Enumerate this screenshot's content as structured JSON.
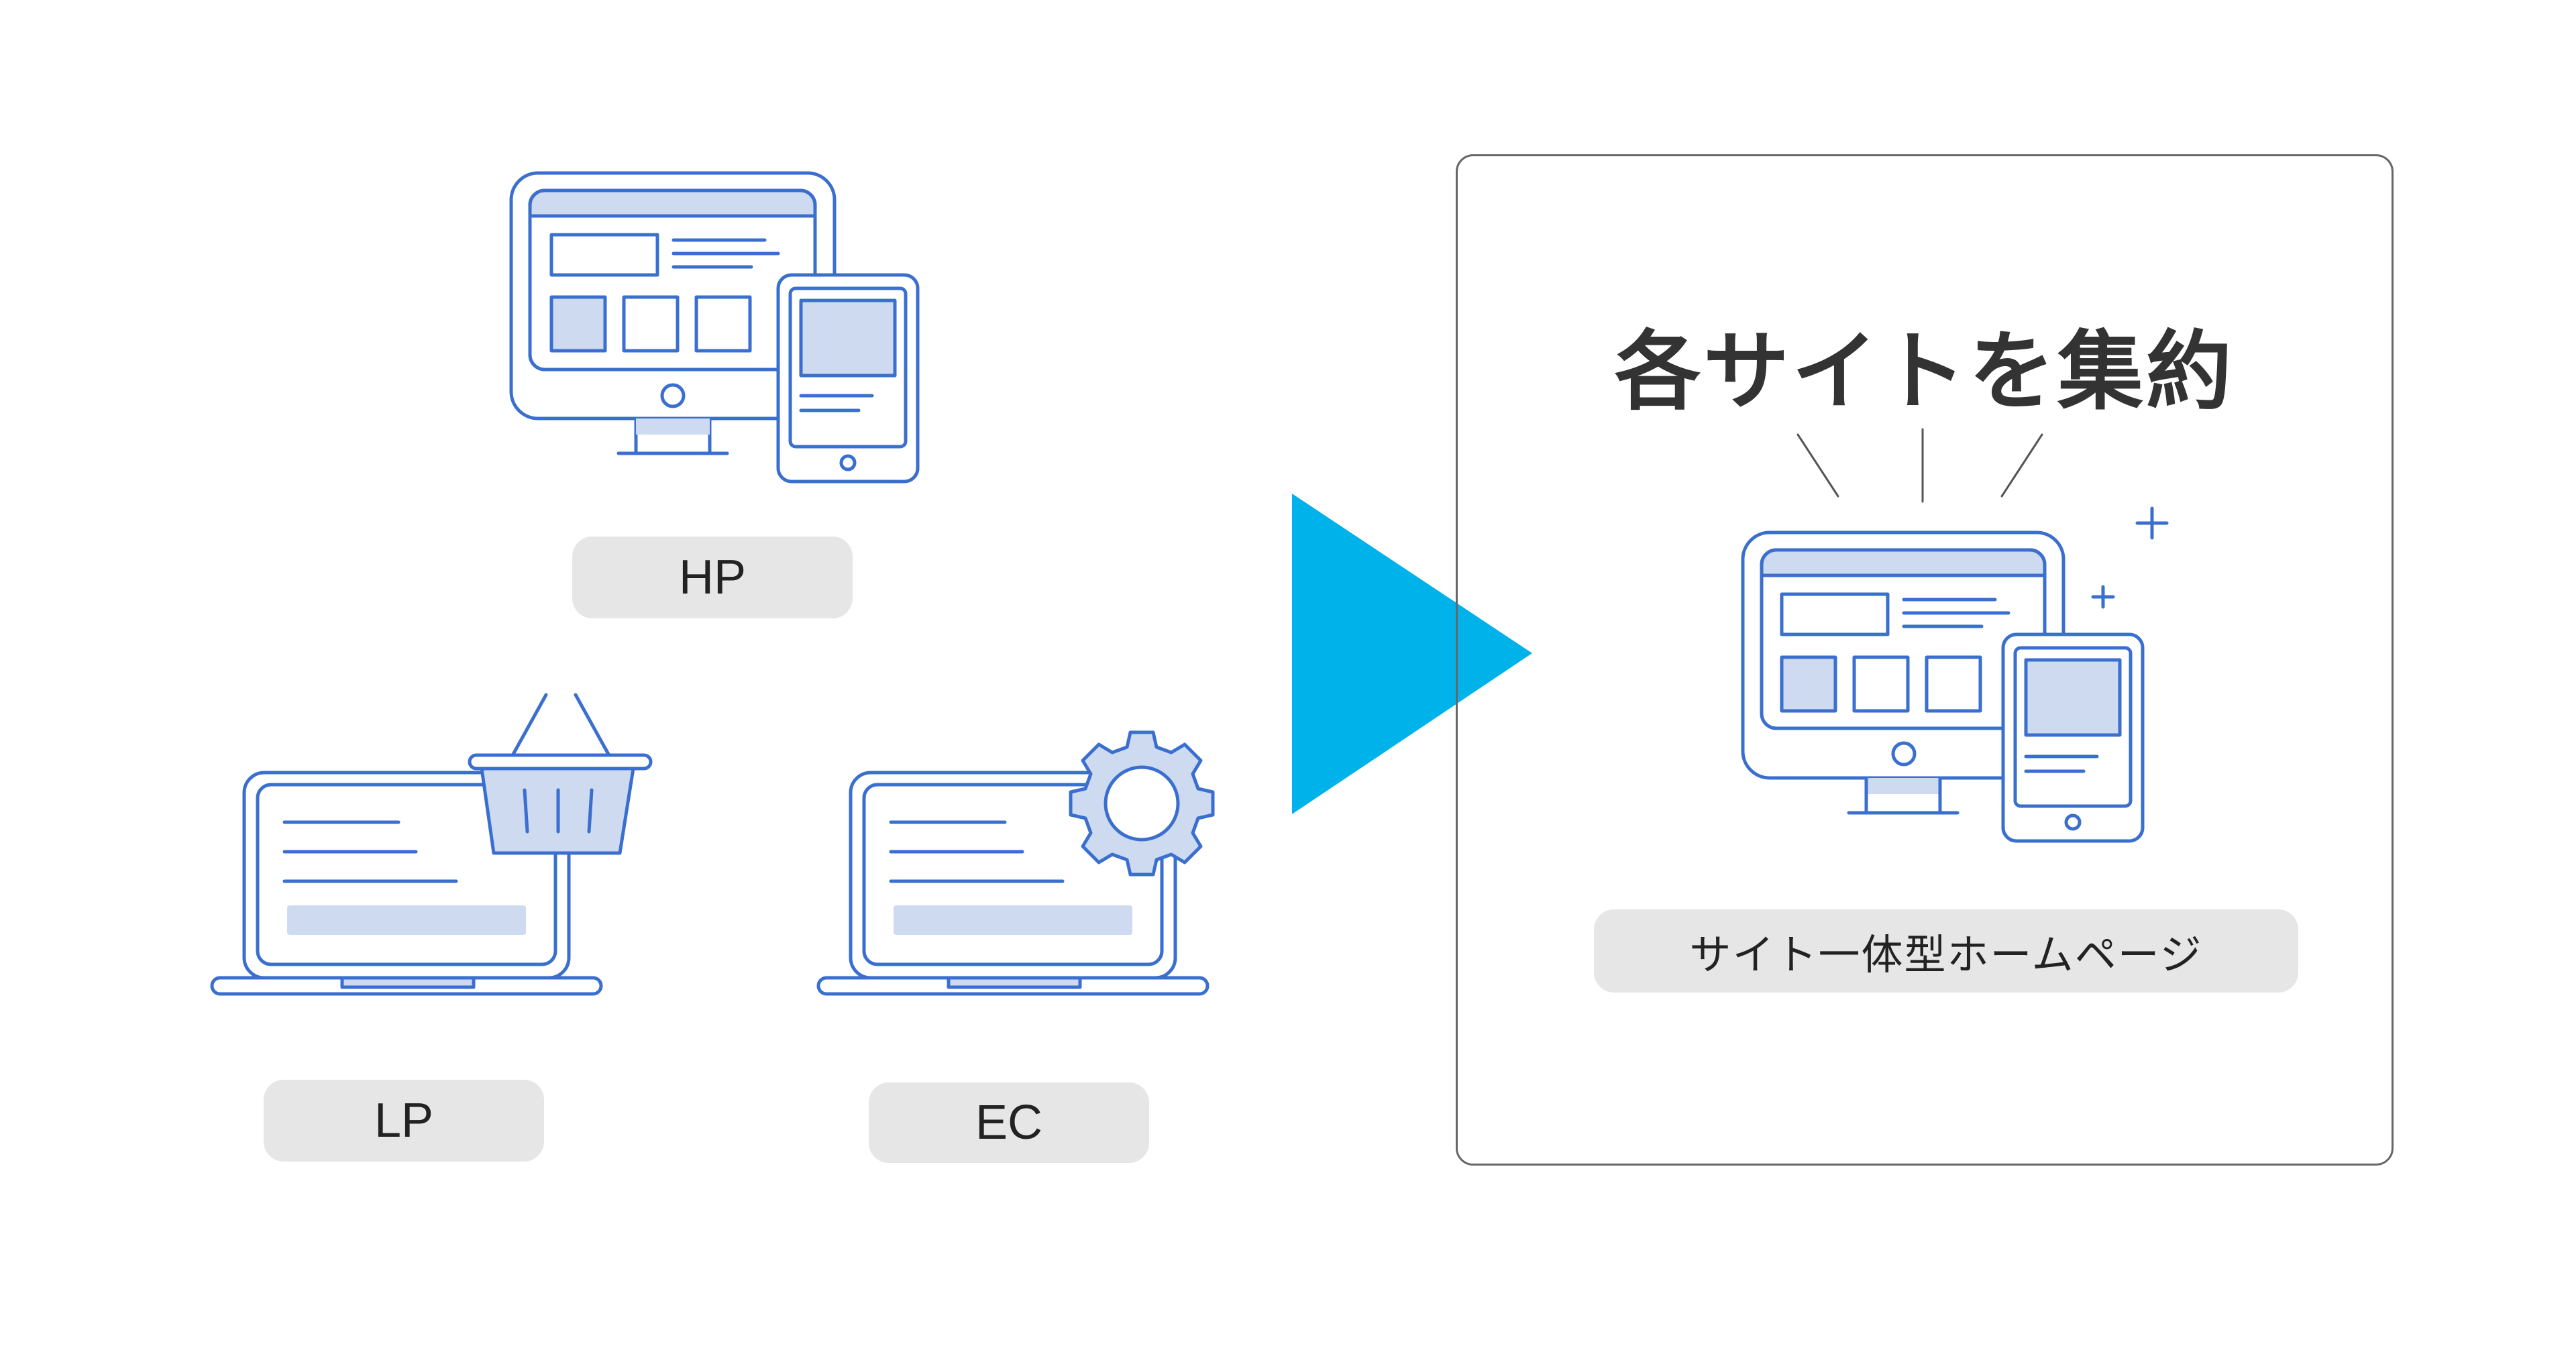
{
  "labels": {
    "hp": "HP",
    "lp": "LP",
    "ec": "EC"
  },
  "result": {
    "title": "各サイトを集約",
    "label": "サイト一体型ホームページ"
  },
  "colors": {
    "line": "#3a6fd0",
    "fill": "#cddaf0",
    "arrow": "#00b2ea",
    "pill": "#e6e6e6",
    "panel_border": "#666666"
  },
  "icons": {
    "hp": "desktop-tablet-icon",
    "lp": "laptop-basket-icon",
    "ec": "laptop-gear-icon",
    "arrow": "right-triangle-arrow-icon",
    "result": "desktop-tablet-icon"
  }
}
